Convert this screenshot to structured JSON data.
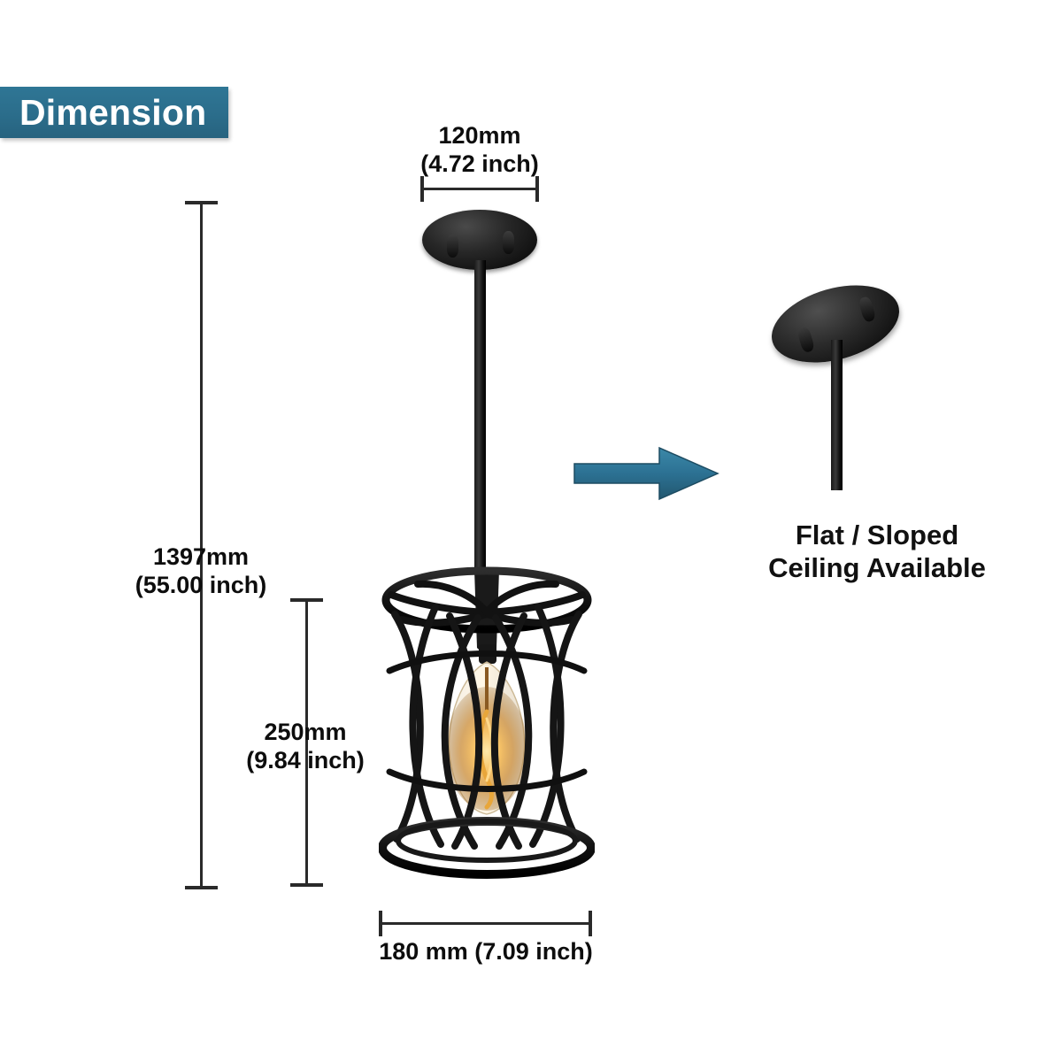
{
  "badge": {
    "label": "Dimension"
  },
  "dimensions": {
    "canopy_width": {
      "mm": "120mm",
      "inch": "(4.72 inch)"
    },
    "total_height": {
      "mm": "1397mm",
      "inch": "(55.00 inch)"
    },
    "shade_height": {
      "mm": "250mm",
      "inch": "(9.84 inch)"
    },
    "shade_width": {
      "combined": "180 mm (7.09 inch)"
    }
  },
  "feature": {
    "caption_line1": "Flat / Sloped",
    "caption_line2": "Ceiling Available",
    "arrow_icon": "right-arrow-icon",
    "arrow_color": "#2b6d8b"
  },
  "colors": {
    "badge_background": "#2b6d8b",
    "badge_text": "#ffffff",
    "dimension_text": "#0d0d0d",
    "rule_line": "#2a2a2a",
    "metal_black": "#111111",
    "bulb_glow": "#f0a83c"
  },
  "product": {
    "canopy_icon": "ceiling-canopy-icon",
    "rod_icon": "downrod-icon",
    "cage_icon": "wire-cage-shade-icon",
    "bulb_icon": "edison-bulb-icon",
    "sloped_canopy_icon": "sloped-ceiling-canopy-icon"
  }
}
